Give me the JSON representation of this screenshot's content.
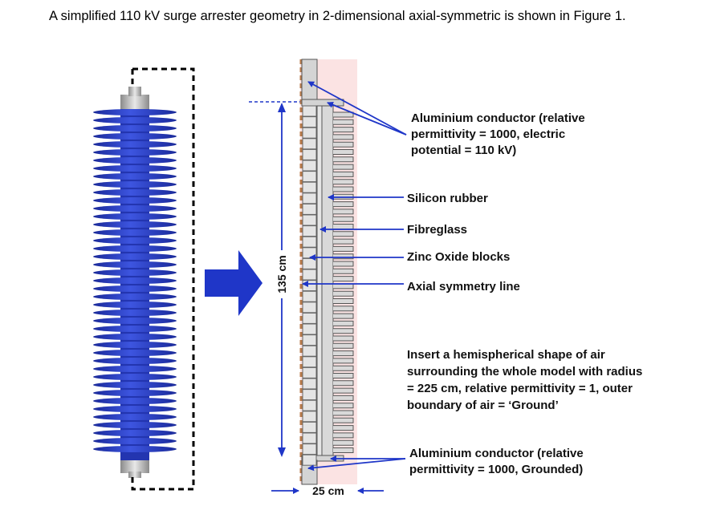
{
  "caption": "A simplified 110 kV surge arrester geometry in 2-dimensional axial-symmetric is shown in Figure 1.",
  "dimensions": {
    "height": "135 cm",
    "width": "25 cm"
  },
  "labels": {
    "top_conductor": [
      "Aluminium conductor (relative",
      "permittivity = 1000, electric",
      "potential = 110 kV)"
    ],
    "silicon_rubber": "Silicon rubber",
    "fibreglass": "Fibreglass",
    "zinc_oxide": "Zinc Oxide blocks",
    "axial_symmetry": "Axial symmetry line",
    "air_note": [
      "Insert a hemispherical shape of air",
      "surrounding the whole model with radius",
      "= 225 cm, relative permittivity = 1, outer",
      "boundary of air = ‘Ground’"
    ],
    "bottom_conductor": [
      "Aluminium conductor (relative",
      "permittivity = 1000, Grounded)"
    ]
  },
  "colors": {
    "sheds": "#2a3fc4",
    "arrow": "#1f36c8",
    "air_region": "#fbe3e3",
    "axis_line": "#b87a4a"
  }
}
